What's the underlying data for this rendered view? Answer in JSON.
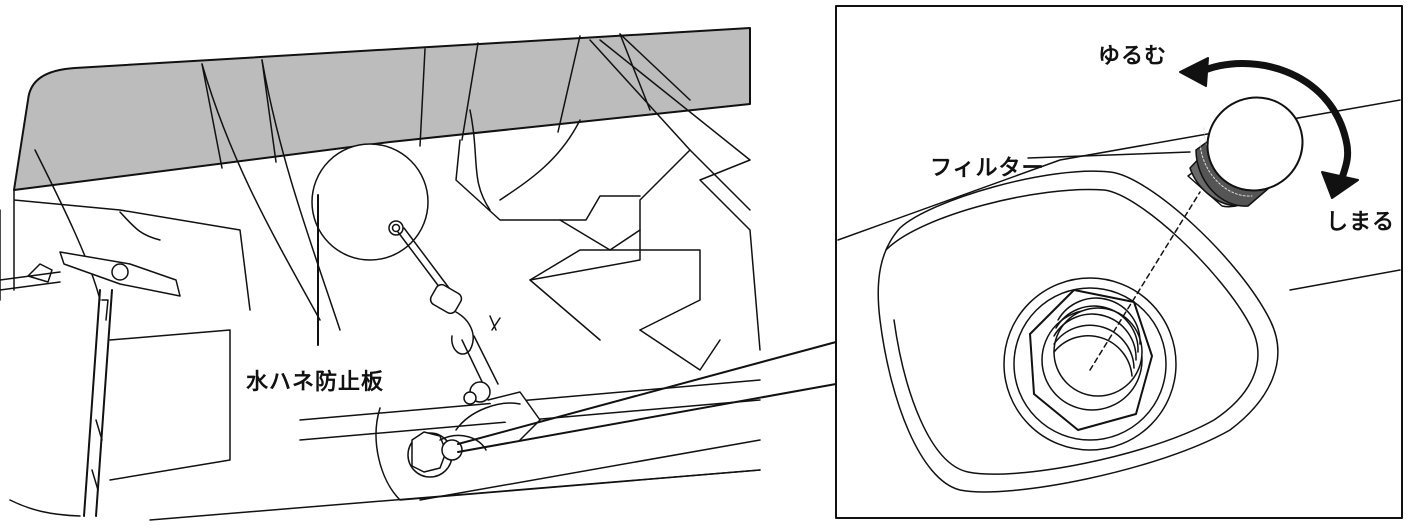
{
  "labels": {
    "splash_guard": "水ハネ防止板",
    "loosen": "ゆるむ",
    "tighten": "しまる",
    "filter": "フィルター"
  },
  "colors": {
    "line": "#111111",
    "plate_fill": "#bdbcbc",
    "background": "#ffffff"
  }
}
